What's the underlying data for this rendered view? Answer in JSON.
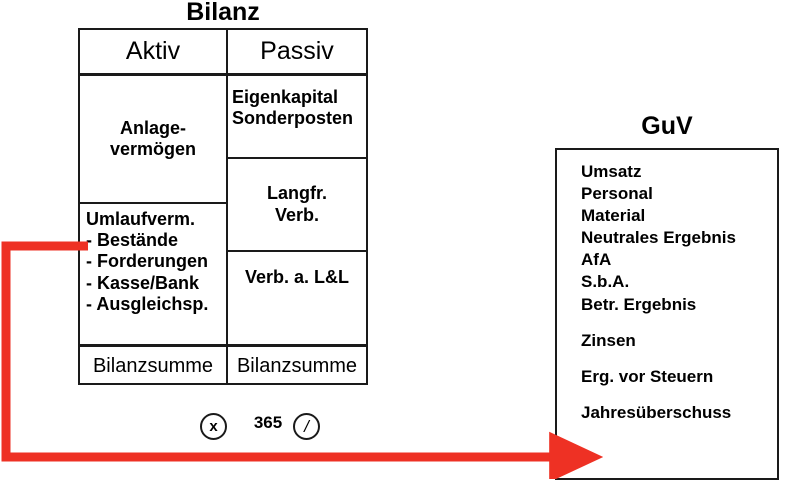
{
  "diagram": {
    "title_balance": "Bilanz",
    "title_income": "GuV"
  },
  "balance_sheet": {
    "headers": [
      "Aktiv",
      "Passiv"
    ],
    "assets": {
      "fixed": [
        "Anlage-",
        "vermögen"
      ],
      "current_title": "Umlaufverm.",
      "current_items": [
        "- Bestände",
        "- Forderungen",
        "- Kasse/Bank",
        "- Ausgleichsp."
      ]
    },
    "liabilities": {
      "equity": [
        "Eigenkapital",
        "Sonderposten"
      ],
      "long_term": [
        "Langfr.",
        "Verb."
      ],
      "trade_payables": "Verb. a. L&L"
    },
    "totals": {
      "assets_total": "Bilanzsumme",
      "liabilities_total": "Bilanzsumme"
    }
  },
  "operators": {
    "multiply": "x",
    "days": "365",
    "divide": "/"
  },
  "income_statement": {
    "lines": [
      "Umsatz",
      "Personal",
      "Material",
      "Neutrales Ergebnis",
      "AfA",
      "S.b.A.",
      "Betr. Ergebnis"
    ],
    "interest": "Zinsen",
    "pretax": "Erg. vor Steuern",
    "net_income": "Jahresüberschuss"
  },
  "colors": {
    "line": "#1a1a1a",
    "connector": "#ee3124",
    "background": "#ffffff"
  },
  "connector": {
    "from_label": "- Bestände",
    "to_label": "Jahresüberschuss"
  }
}
